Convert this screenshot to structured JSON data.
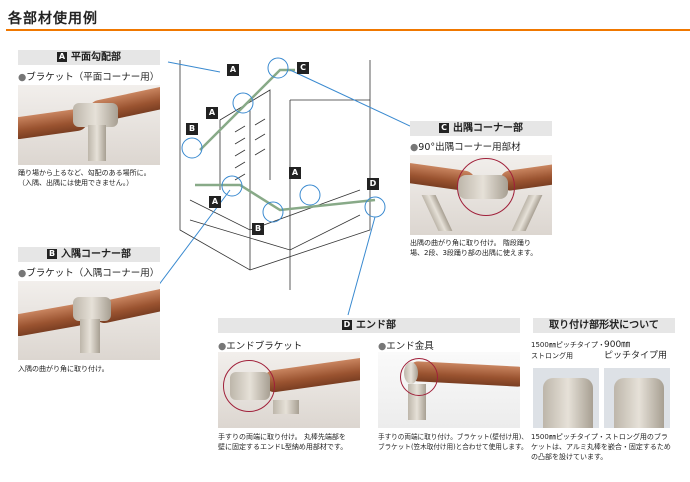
{
  "title": "各部材使用例",
  "panel_a": {
    "letter": "A",
    "header": "平面勾配部",
    "subtitle": "ブラケット（平面コーナー用）",
    "caption": [
      "踊り場から上るなど、勾配のある場所に。",
      "（入隅、出隅には使用できません。）"
    ]
  },
  "panel_b": {
    "letter": "B",
    "header": "入隅コーナー部",
    "subtitle": "ブラケット（入隅コーナー用）",
    "caption": [
      "入隅の曲がり角に取り付け。"
    ]
  },
  "panel_c": {
    "letter": "C",
    "header": "出隅コーナー部",
    "subtitle": "90°出隅コーナー用部材",
    "caption": [
      "出隅の曲がり角に取り付け。 階段踊り",
      "場、2段、3段踊り部の出隅に使えます。"
    ]
  },
  "panel_d": {
    "letter": "D",
    "header": "エンド部",
    "items": [
      {
        "subtitle": "エンドブラケット",
        "caption": [
          "手すりの両端に取り付け。 丸棒先端部を",
          "壁に固定するエンドL型納め用部材です。"
        ]
      },
      {
        "subtitle": "エンド金具",
        "caption": [
          "手すりの両端に取り付け。ブラケット(壁付け用)、",
          "ブラケット(笠木取付け用)と合わせて使用します。"
        ]
      }
    ]
  },
  "mounting": {
    "header": "取り付け部形状について",
    "labels": [
      [
        "1500㎜ピッチタイプ・",
        "ストロング用"
      ],
      [
        "900㎜",
        "ピッチタイプ用"
      ]
    ],
    "caption": [
      "1500㎜ピッチタイプ・ストロング用のブラ",
      "ケットは、アルミ丸棒を嵌合・固定するため",
      "の凸部を設けています。"
    ]
  },
  "diagram": {
    "markers": [
      "A",
      "A",
      "A",
      "A",
      "B",
      "B",
      "C",
      "D"
    ]
  },
  "colors": {
    "accent": "#f07800",
    "highlight": "#a0203a",
    "wood": "#9a5330"
  }
}
